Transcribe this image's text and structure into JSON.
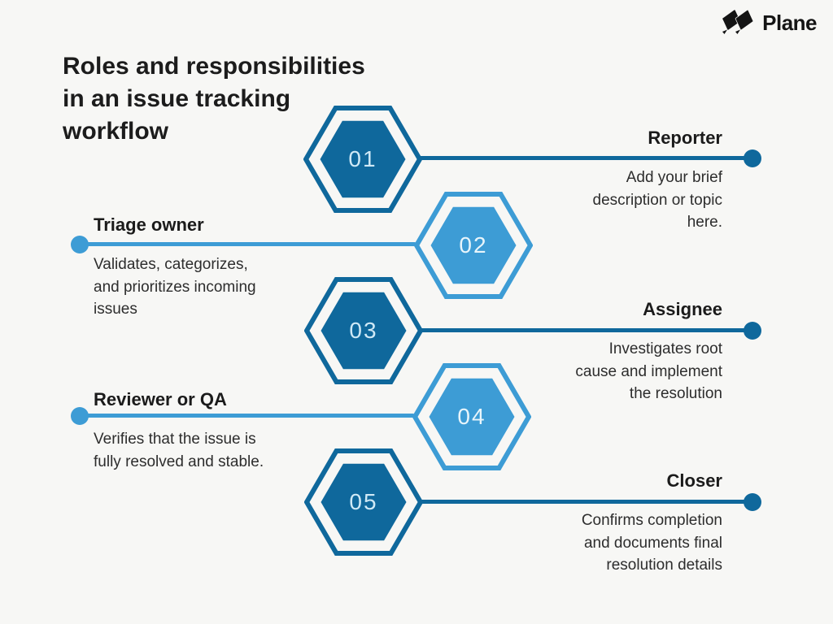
{
  "page": {
    "background": "#f7f7f5"
  },
  "colors": {
    "dark_blue": "#0f689c",
    "light_blue": "#3d9cd5",
    "heading_text": "#1b1b1b",
    "body_text": "#2d2d2d",
    "logo_black": "#151515"
  },
  "logo": {
    "text": "Plane",
    "icon": "plane-logo-mark"
  },
  "title": "Roles and responsibilities\nin an issue tracking\nworkflow",
  "steps": [
    {
      "number": "01",
      "variant": "dark",
      "side": "right",
      "role": "Reporter",
      "description": "Add your brief\ndescription or topic\nhere."
    },
    {
      "number": "02",
      "variant": "light",
      "side": "left",
      "role": "Triage owner",
      "description": "Validates, categorizes,\nand prioritizes incoming\nissues"
    },
    {
      "number": "03",
      "variant": "dark",
      "side": "right",
      "role": "Assignee",
      "description": "Investigates root\ncause and implement\nthe resolution"
    },
    {
      "number": "04",
      "variant": "light",
      "side": "left",
      "role": "Reviewer or QA",
      "description": "Verifies that the issue is\nfully resolved and stable."
    },
    {
      "number": "05",
      "variant": "dark",
      "side": "right",
      "role": "Closer",
      "description": "Confirms completion\nand documents final\nresolution details"
    }
  ]
}
